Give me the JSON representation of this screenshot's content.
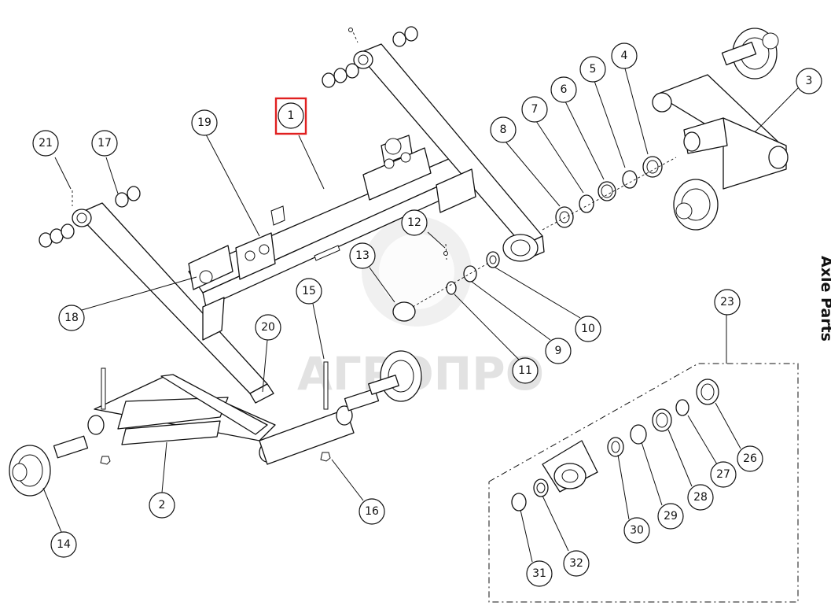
{
  "title": "Axle Parts",
  "watermark_text": "АГРОПРО",
  "highlight_color": "#e02020",
  "callouts": [
    {
      "label": "1",
      "highlighted": true
    },
    {
      "label": "2"
    },
    {
      "label": "3"
    },
    {
      "label": "4"
    },
    {
      "label": "5"
    },
    {
      "label": "6"
    },
    {
      "label": "7"
    },
    {
      "label": "8"
    },
    {
      "label": "9"
    },
    {
      "label": "10"
    },
    {
      "label": "11"
    },
    {
      "label": "12"
    },
    {
      "label": "13"
    },
    {
      "label": "14"
    },
    {
      "label": "15"
    },
    {
      "label": "16"
    },
    {
      "label": "17"
    },
    {
      "label": "18"
    },
    {
      "label": "19"
    },
    {
      "label": "20"
    },
    {
      "label": "21"
    },
    {
      "label": "23"
    },
    {
      "label": "26"
    },
    {
      "label": "27"
    },
    {
      "label": "28"
    },
    {
      "label": "29"
    },
    {
      "label": "30"
    },
    {
      "label": "31"
    },
    {
      "label": "32"
    }
  ]
}
